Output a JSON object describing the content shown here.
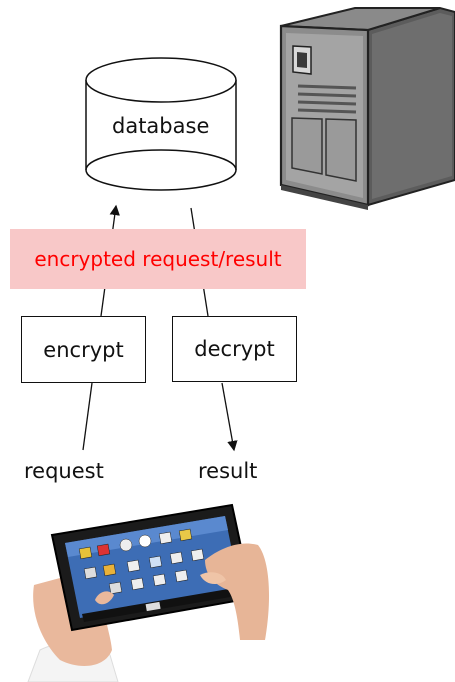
{
  "nodes": {
    "database": "database",
    "encrypt": "encrypt",
    "decrypt": "decrypt",
    "request": "request",
    "result": "result"
  },
  "band": {
    "label": "encrypted request/result",
    "text_color": "#ff0000",
    "fill_color": "#f8c8c8"
  },
  "icons": [
    "server-tower-icon",
    "tablet-in-hands-icon"
  ]
}
